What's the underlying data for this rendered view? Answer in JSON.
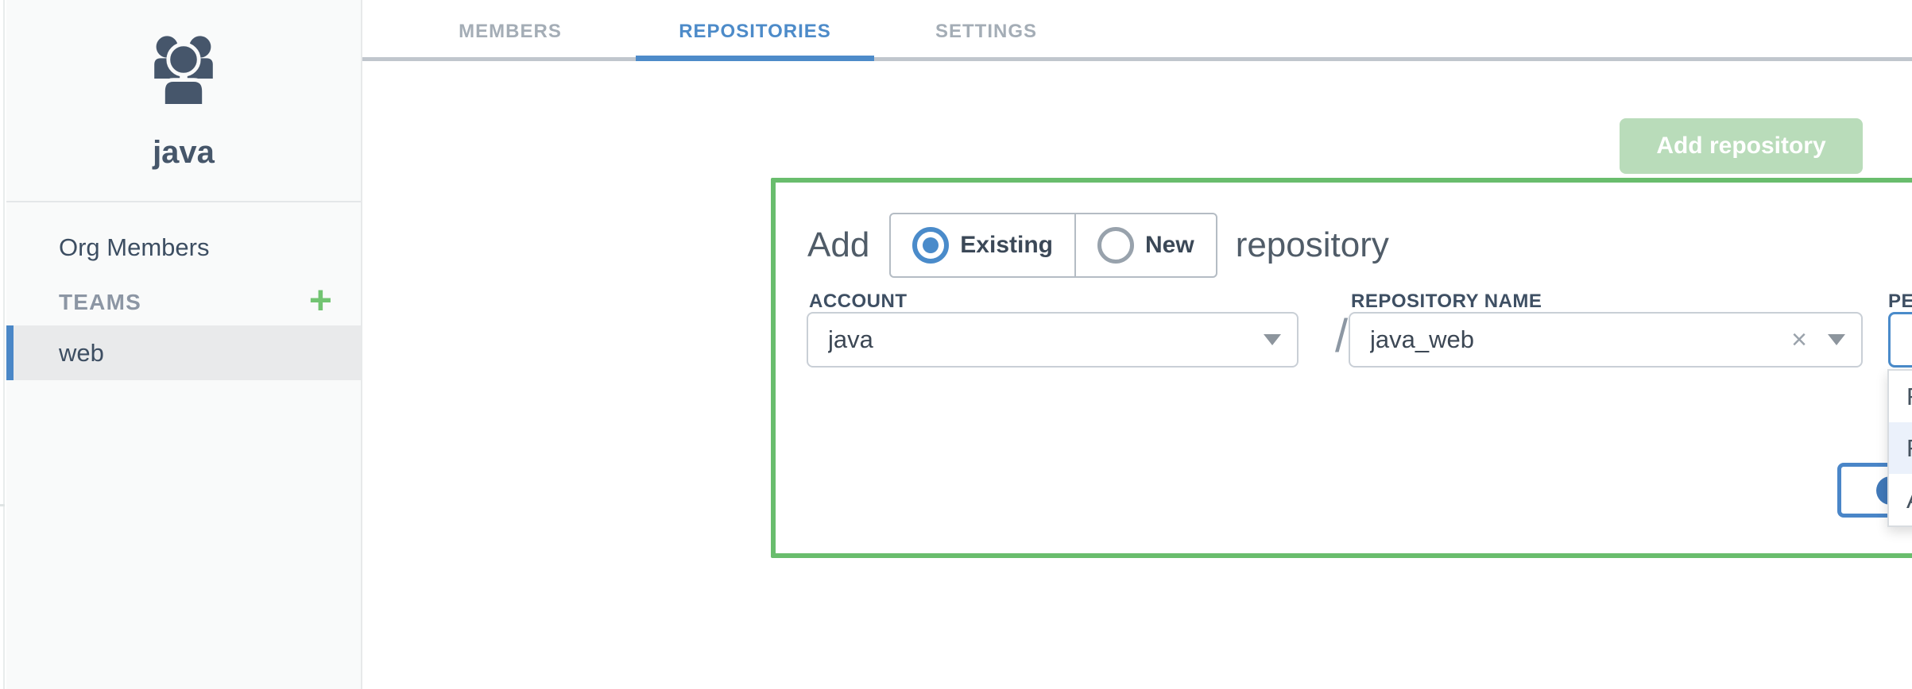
{
  "sidebar": {
    "avatar_icon": "group-icon",
    "team_name": "java",
    "items": [
      {
        "label": "Org Members"
      }
    ],
    "teams_section": {
      "label": "TEAMS",
      "add_icon": "+"
    },
    "teams": [
      {
        "label": "web",
        "selected": true
      }
    ]
  },
  "tabs": [
    {
      "label": "MEMBERS",
      "active": false
    },
    {
      "label": "REPOSITORIES",
      "active": true
    },
    {
      "label": "SETTINGS",
      "active": false
    }
  ],
  "content": {
    "add_repository_button": {
      "label": "Add repository",
      "disabled": true
    },
    "add_panel": {
      "title_prefix": "Add",
      "title_suffix": "repository",
      "repo_type_options": [
        {
          "label": "Existing",
          "selected": true
        },
        {
          "label": "New",
          "selected": false
        }
      ],
      "account_field": {
        "label": "ACCOUNT",
        "value": "java",
        "control": "dropdown"
      },
      "path_separator": "/",
      "repository_field": {
        "label": "REPOSITORY NAME",
        "value": "java_web",
        "clear_icon": "×",
        "control": "dropdown"
      },
      "permissions_field": {
        "label": "PERMISSIONS",
        "value": "",
        "control": "dropdown",
        "open": true
      },
      "permissions_options": [
        {
          "label": "Read-only",
          "highlighted": false
        },
        {
          "label": "Read-write",
          "highlighted": true
        },
        {
          "label": "Admin",
          "highlighted": false
        }
      ],
      "obscured_button": {
        "icon": "blue-circle-glyph"
      }
    }
  },
  "colors": {
    "accent_blue": "#4d8bc9",
    "focus_border_blue": "#4a8bca",
    "green_panel_border": "#69bd6d",
    "green_button_bg": "#b9dcba",
    "plus_green": "#72c472",
    "selected_row_bar": "#4a87c7",
    "menu_highlight": "#ebf1fb",
    "sidebar_bg": "#f9fafa",
    "text_slate": "#3d4e62"
  }
}
